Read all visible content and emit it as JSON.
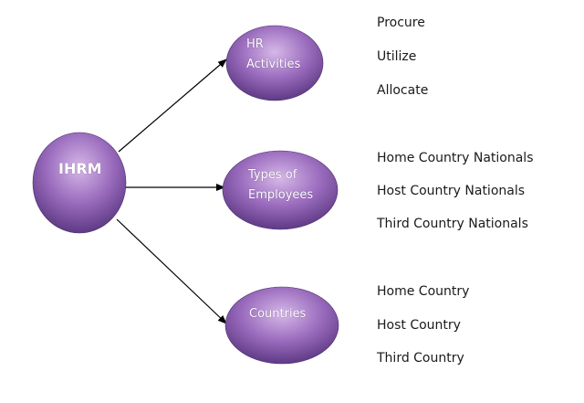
{
  "colors": {
    "node_light": "#d6b8e8",
    "node_mid": "#9a6bbd",
    "node_dark": "#5e3a85",
    "arrow": "#000000",
    "text": "#1a1a1a"
  },
  "root": {
    "label": "IHRM"
  },
  "branches": [
    {
      "label": "HR\nActivities",
      "items": [
        "Procure",
        "Utilize",
        "Allocate"
      ]
    },
    {
      "label": "Types of\nEmployees",
      "items": [
        "Home Country Nationals",
        "Host Country Nationals",
        "Third Country Nationals"
      ]
    },
    {
      "label": "Countries",
      "items": [
        "Home Country",
        "Host Country",
        "Third Country"
      ]
    }
  ]
}
